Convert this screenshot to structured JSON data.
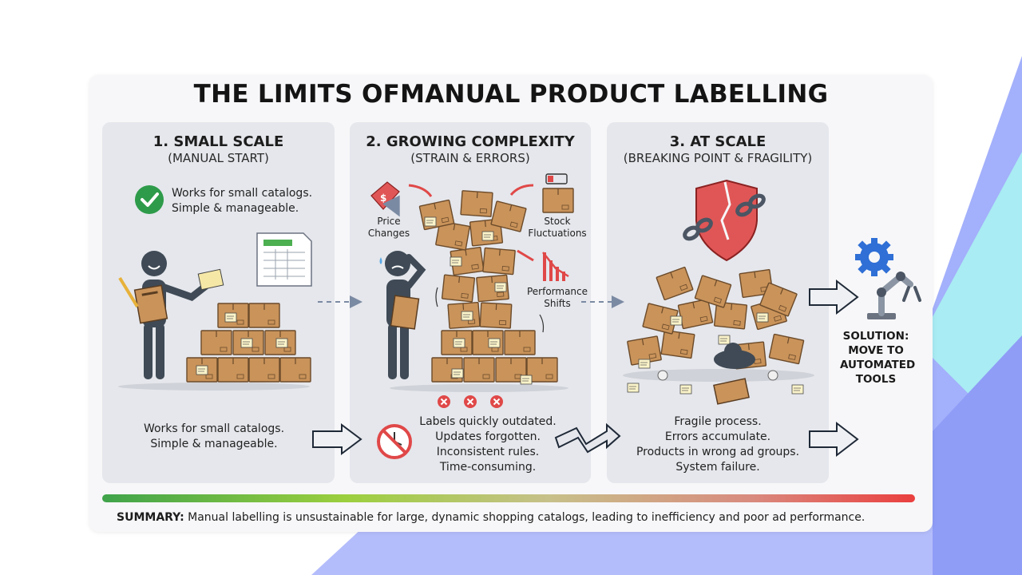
{
  "title": "THE LIMITS OFMANUAL PRODUCT LABELLING",
  "panels": [
    {
      "heading": "1. SMALL SCALE",
      "subheading": "(MANUAL START)",
      "check_text_1": "Works for small catalogs.",
      "check_text_2": "Simple & manageable.",
      "bottom_1": "Works for small catalogs.",
      "bottom_2": "Simple & manageable."
    },
    {
      "heading": "2. GROWING COMPLEXITY",
      "subheading": "(STRAIN & ERRORS)",
      "label_price_1": "Price",
      "label_price_2": "Changes",
      "label_stock_1": "Stock",
      "label_stock_2": "Fluctuations",
      "label_perf_1": "Performance",
      "label_perf_2": "Shifts",
      "bottom_1": "Labels quickly outdated.",
      "bottom_2": "Updates forgotten.",
      "bottom_3": "Inconsistent rules.",
      "bottom_4": "Time-consuming."
    },
    {
      "heading": "3. AT SCALE",
      "subheading": "(BREAKING POINT & FRAGILITY)",
      "bottom_1": "Fragile process.",
      "bottom_2": "Errors accumulate.",
      "bottom_3": "Products in wrong ad groups.",
      "bottom_4": "System failure."
    }
  ],
  "solution": {
    "line_1": "SOLUTION:",
    "line_2": "MOVE TO",
    "line_3": "AUTOMATED",
    "line_4": "TOOLS"
  },
  "summary": {
    "label": "SUMMARY:",
    "text": " Manual labelling is unsustainable for large, dynamic shopping catalogs, leading to inefficiency and poor ad performance."
  },
  "colors": {
    "accent_blue": "#8e9cf7",
    "box_brown": "#c9935a",
    "check_green": "#2e9b4a",
    "error_red": "#e04848"
  }
}
